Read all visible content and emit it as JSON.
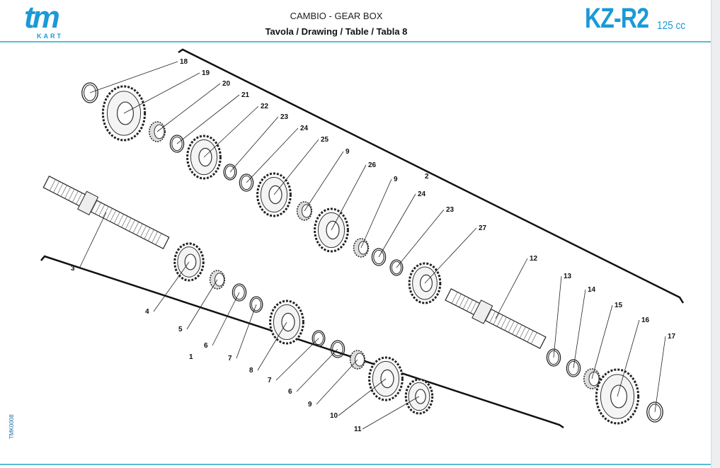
{
  "header": {
    "logo_text": "tm",
    "logo_sub": "KART",
    "title": "CAMBIO - GEAR BOX",
    "subtitle": "Tavola / Drawing / Table  / Tabla  8",
    "model": "KZ-R2",
    "displacement": "125 cc"
  },
  "side_code": "TMK0008",
  "colors": {
    "brand": "#1a9ad6",
    "rule": "#5bbad8"
  },
  "groups": [
    {
      "label": "2"
    },
    {
      "label": "1"
    }
  ],
  "parts": [
    {
      "label": "18",
      "type": "washer"
    },
    {
      "label": "19",
      "type": "gear"
    },
    {
      "label": "20",
      "type": "bearing"
    },
    {
      "label": "21",
      "type": "washer"
    },
    {
      "label": "22",
      "type": "gear"
    },
    {
      "label": "23",
      "type": "ring"
    },
    {
      "label": "24",
      "type": "washer"
    },
    {
      "label": "25",
      "type": "gear"
    },
    {
      "label": "9",
      "type": "bearing"
    },
    {
      "label": "26",
      "type": "gear"
    },
    {
      "label": "9",
      "type": "bearing"
    },
    {
      "label": "24",
      "type": "washer"
    },
    {
      "label": "23",
      "type": "ring"
    },
    {
      "label": "27",
      "type": "gear"
    },
    {
      "label": "12",
      "type": "shaft"
    },
    {
      "label": "13",
      "type": "washer"
    },
    {
      "label": "14",
      "type": "washer"
    },
    {
      "label": "15",
      "type": "bearing"
    },
    {
      "label": "16",
      "type": "gear"
    },
    {
      "label": "17",
      "type": "washer"
    },
    {
      "label": "3",
      "type": "shaft"
    },
    {
      "label": "4",
      "type": "gear"
    },
    {
      "label": "5",
      "type": "bearing"
    },
    {
      "label": "6",
      "type": "washer"
    },
    {
      "label": "7",
      "type": "ring"
    },
    {
      "label": "8",
      "type": "gear"
    },
    {
      "label": "7",
      "type": "ring"
    },
    {
      "label": "6",
      "type": "washer"
    },
    {
      "label": "9",
      "type": "bearing"
    },
    {
      "label": "10",
      "type": "gear"
    },
    {
      "label": "11",
      "type": "gear"
    }
  ]
}
